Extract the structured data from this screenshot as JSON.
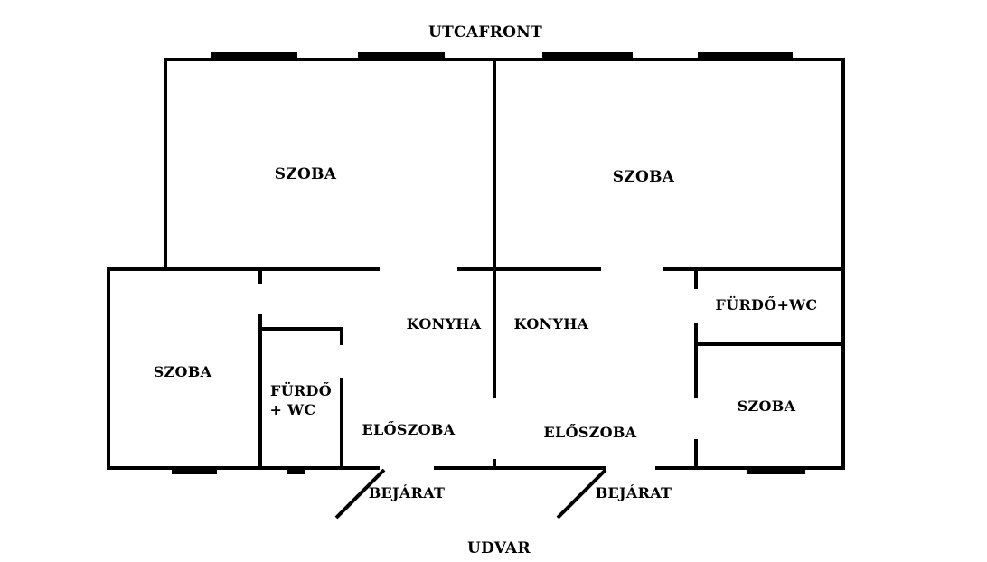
{
  "plan": {
    "top_side": "UTCAFRONT",
    "bottom_side": "UDVAR",
    "rooms": {
      "upper_left_room": "SZOBA",
      "upper_right_room": "SZOBA",
      "left_room": "SZOBA",
      "bathroom_left_line1": "FÜRDŐ",
      "bathroom_left_line2": "+ WC",
      "kitchen_left": "KONYHA",
      "kitchen_right": "KONYHA",
      "hall_left": "ELŐSZOBA",
      "hall_right": "ELŐSZOBA",
      "bathroom_right": "FÜRDŐ+WC",
      "right_room": "SZOBA"
    },
    "entrances": {
      "left": "BEJÁRAT",
      "right": "BEJÁRAT"
    }
  },
  "colors": {
    "walls": "#000000",
    "background": "#ffffff"
  }
}
